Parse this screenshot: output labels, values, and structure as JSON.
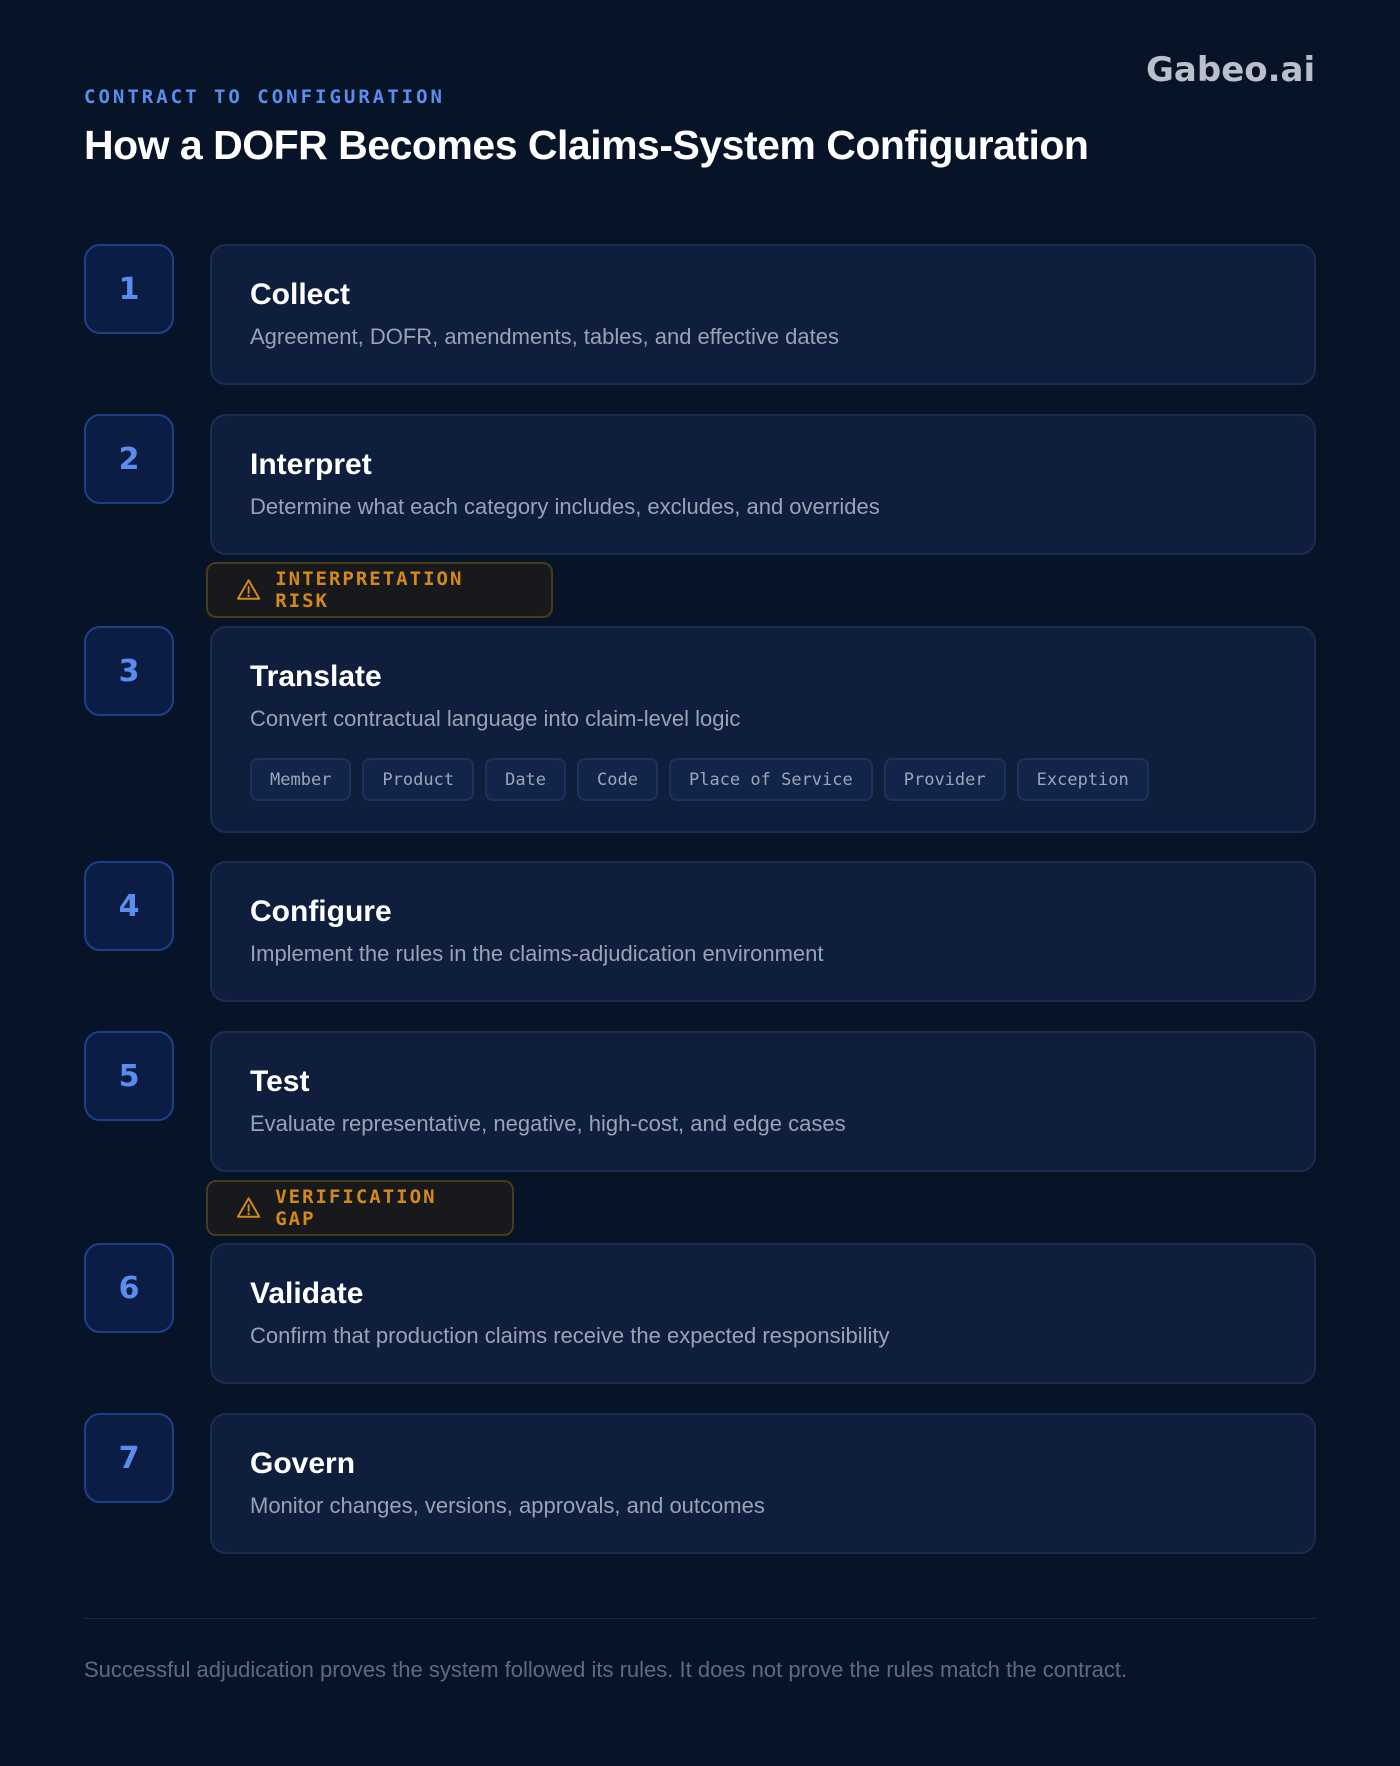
{
  "brand": {
    "logo_text": "Gabeo.ai"
  },
  "header": {
    "eyebrow": "CONTRACT TO CONFIGURATION",
    "title": "How a DOFR Becomes Claims-System Configuration"
  },
  "steps": [
    {
      "number": "1",
      "title": "Collect",
      "description": "Agreement, DOFR, amendments, tables, and effective dates"
    },
    {
      "number": "2",
      "title": "Interpret",
      "description": "Determine what each category includes, excludes, and overrides"
    },
    {
      "number": "3",
      "title": "Translate",
      "description": "Convert contractual language into claim-level logic",
      "tags": [
        "Member",
        "Product",
        "Date",
        "Code",
        "Place of Service",
        "Provider",
        "Exception"
      ]
    },
    {
      "number": "4",
      "title": "Configure",
      "description": "Implement the rules in the claims-adjudication environment"
    },
    {
      "number": "5",
      "title": "Test",
      "description": "Evaluate representative, negative, high-cost, and edge cases"
    },
    {
      "number": "6",
      "title": "Validate",
      "description": "Confirm that production claims receive the expected responsibility"
    },
    {
      "number": "7",
      "title": "Govern",
      "description": "Monitor changes, versions, approvals, and outcomes"
    }
  ],
  "risks": {
    "interpretation": {
      "label": "INTERPRETATION RISK",
      "icon": "warning-icon"
    },
    "verification": {
      "label": "VERIFICATION GAP",
      "icon": "warning-icon"
    }
  },
  "colors": {
    "background": "#071428",
    "accent": "#5b8def",
    "warning": "#d48a18"
  },
  "footer": {
    "note": "Successful adjudication proves the system followed its rules. It does not prove the rules match the contract."
  }
}
